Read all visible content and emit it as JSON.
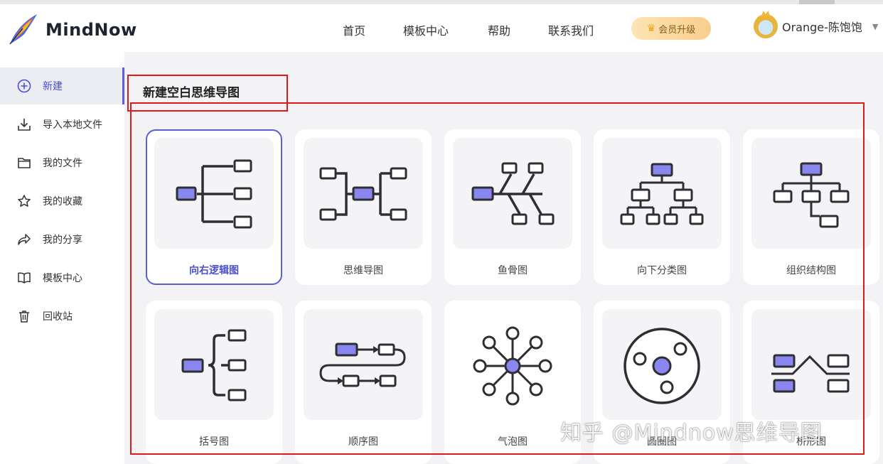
{
  "brand": {
    "name": "MindNow"
  },
  "nav": [
    "首页",
    "模板中心",
    "帮助",
    "联系我们"
  ],
  "vip": {
    "label": "会员升级"
  },
  "user": {
    "name": "Orange-陈饱饱"
  },
  "sidebar": {
    "items": [
      {
        "label": "新建",
        "icon": "plus-circle-icon",
        "active": true
      },
      {
        "label": "导入本地文件",
        "icon": "download-icon"
      },
      {
        "label": "我的文件",
        "icon": "folder-icon"
      },
      {
        "label": "我的收藏",
        "icon": "star-icon"
      },
      {
        "label": "我的分享",
        "icon": "share-icon"
      },
      {
        "label": "模板中心",
        "icon": "book-icon"
      },
      {
        "label": "回收站",
        "icon": "trash-icon"
      }
    ]
  },
  "main": {
    "title": "新建空白思维导图",
    "templates": [
      {
        "label": "向右逻辑图",
        "selected": true
      },
      {
        "label": "思维导图"
      },
      {
        "label": "鱼骨图"
      },
      {
        "label": "向下分类图"
      },
      {
        "label": "组织结构图"
      },
      {
        "label": "括号图"
      },
      {
        "label": "顺序图"
      },
      {
        "label": "气泡图"
      },
      {
        "label": "圆圈图"
      },
      {
        "label": "桥形图"
      }
    ]
  },
  "watermark": {
    "text": "知乎 @Mindnow思维导图"
  },
  "colors": {
    "accent": "#5a5fd6",
    "node_fill": "#8a86f0",
    "highlight_box": "#e0191b",
    "vip_gradient": "#f8cf8d"
  }
}
